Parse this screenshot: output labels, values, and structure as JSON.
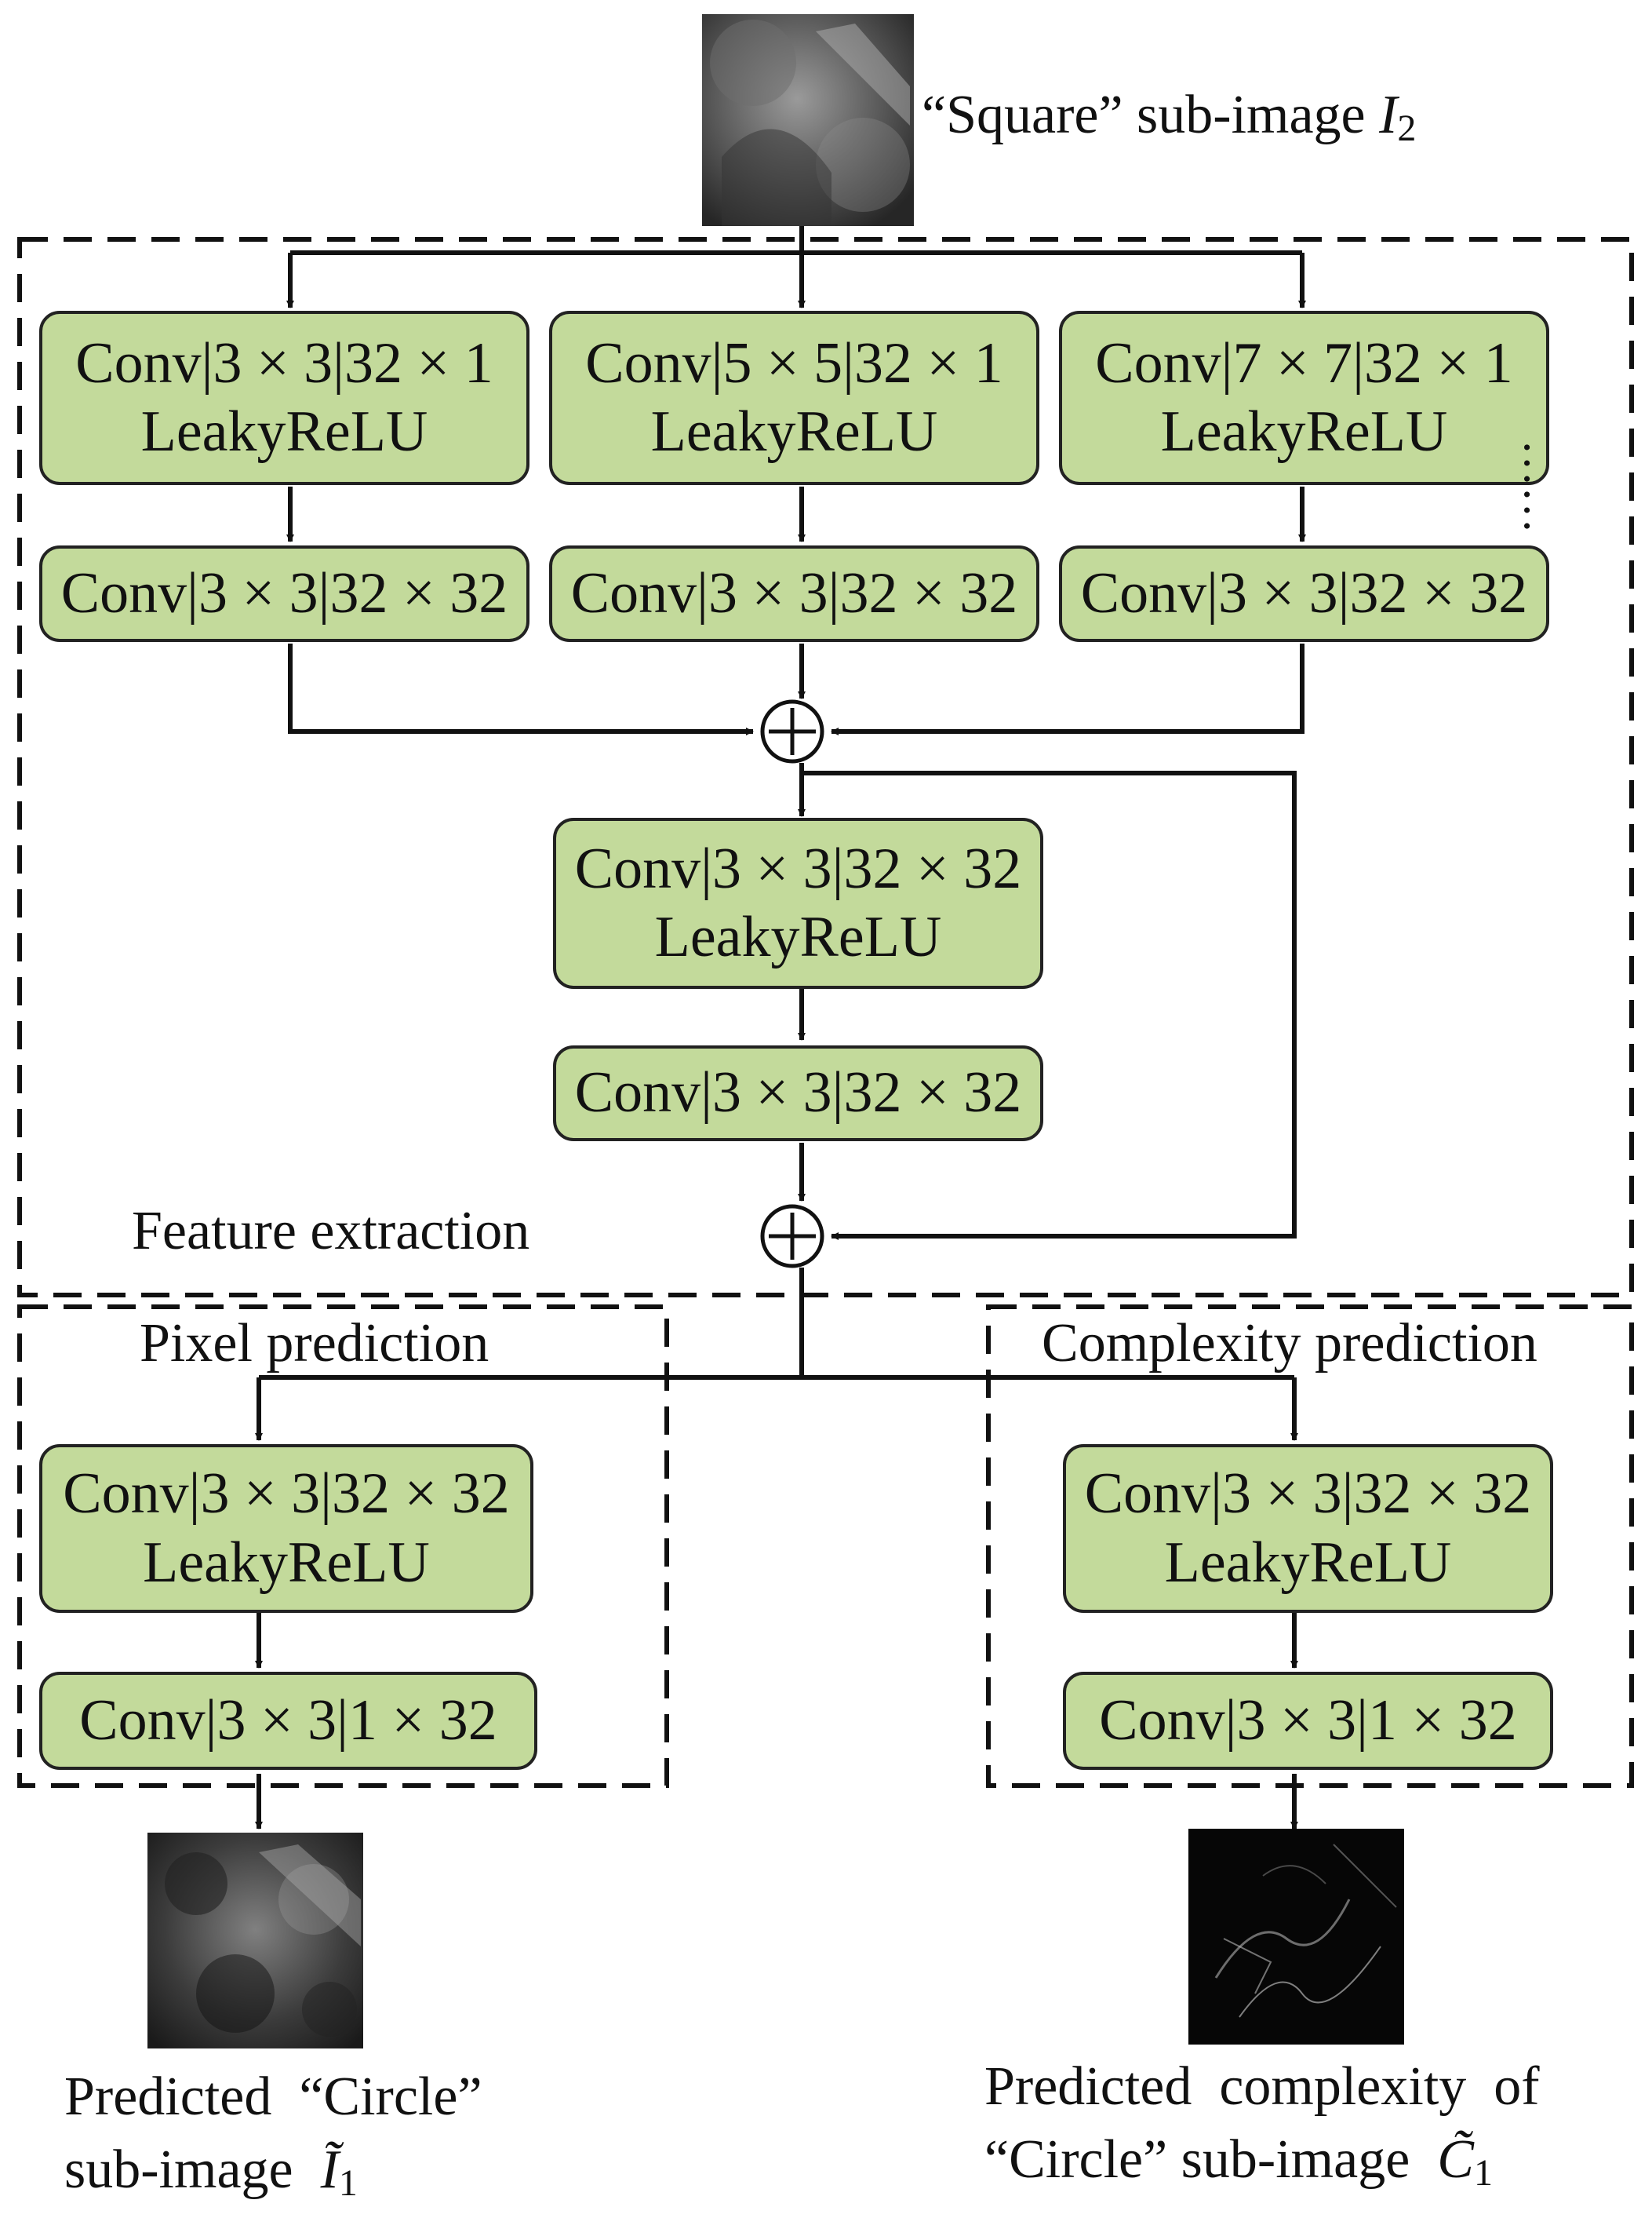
{
  "input": {
    "label": "“Square” sub-image ",
    "symbol": "I",
    "subscript": "2"
  },
  "groups": {
    "feature": "Feature extraction",
    "pixel": "Pixel prediction",
    "complexity": "Complexity prediction"
  },
  "branches": [
    {
      "line1": "Conv|3 × 3|32 × 1",
      "line2": "LeakyReLU",
      "conv2": "Conv|3 × 3|32 × 32"
    },
    {
      "line1": "Conv|5 × 5|32 × 1",
      "line2": "LeakyReLU",
      "conv2": "Conv|3 × 3|32 × 32"
    },
    {
      "line1": "Conv|7 × 7|32 × 1",
      "line2": "LeakyReLU",
      "conv2": "Conv|3 × 3|32 × 32"
    }
  ],
  "ellipsis": "……",
  "middle": {
    "line1": "Conv|3 × 3|32 × 32",
    "line2": "LeakyReLU",
    "conv2": "Conv|3 × 3|32 × 32"
  },
  "pixel_head": {
    "line1": "Conv|3 × 3|32 × 32",
    "line2": "LeakyReLU",
    "conv2": "Conv|3 × 3|1 × 32"
  },
  "complexity_head": {
    "line1": "Conv|3 × 3|32 × 32",
    "line2": "LeakyReLU",
    "conv2": "Conv|3 × 3|1 × 32"
  },
  "outputs": {
    "pixel": {
      "line1": "Predicted  “Circle”",
      "line2": "sub-image  ",
      "symbol": "Ĩ",
      "subscript": "1"
    },
    "complexity": {
      "line1": "Predicted  complexity  of",
      "line2": "“Circle” sub-image  ",
      "symbol": "C̃",
      "subscript": "1"
    }
  }
}
